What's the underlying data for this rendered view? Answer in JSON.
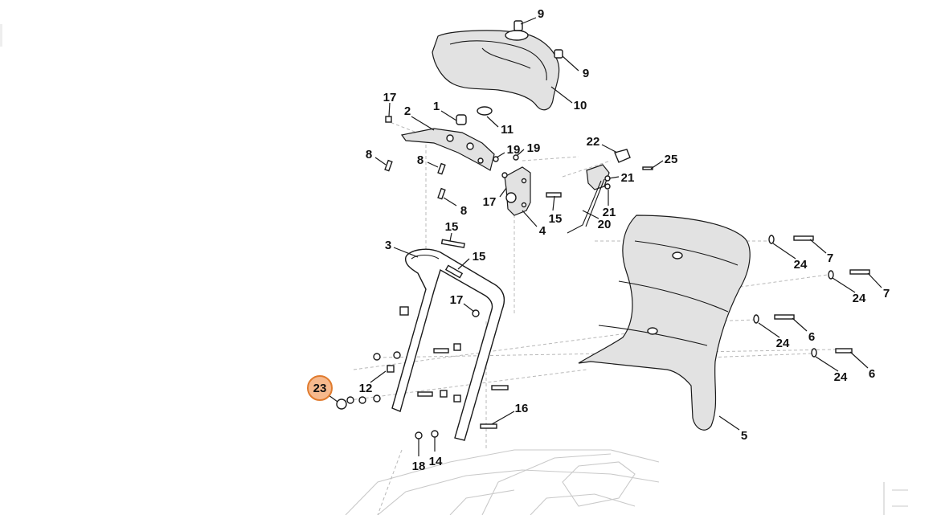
{
  "diagram": {
    "callouts": [
      {
        "id": "c9a",
        "text": "9"
      },
      {
        "id": "c9b",
        "text": "9"
      },
      {
        "id": "c10",
        "text": "10"
      },
      {
        "id": "c17a",
        "text": "17"
      },
      {
        "id": "c2",
        "text": "2"
      },
      {
        "id": "c1",
        "text": "1"
      },
      {
        "id": "c11",
        "text": "11"
      },
      {
        "id": "c8a",
        "text": "8"
      },
      {
        "id": "c8b",
        "text": "8"
      },
      {
        "id": "c8c",
        "text": "8"
      },
      {
        "id": "c19a",
        "text": "19"
      },
      {
        "id": "c19b",
        "text": "19"
      },
      {
        "id": "c17b",
        "text": "17"
      },
      {
        "id": "c15a",
        "text": "15"
      },
      {
        "id": "c4",
        "text": "4"
      },
      {
        "id": "c22",
        "text": "22"
      },
      {
        "id": "c25",
        "text": "25"
      },
      {
        "id": "c21a",
        "text": "21"
      },
      {
        "id": "c21b",
        "text": "21"
      },
      {
        "id": "c20",
        "text": "20"
      },
      {
        "id": "c15b",
        "text": "15"
      },
      {
        "id": "c3",
        "text": "3"
      },
      {
        "id": "c15c",
        "text": "15"
      },
      {
        "id": "c17c",
        "text": "17"
      },
      {
        "id": "c12",
        "text": "12"
      },
      {
        "id": "c16",
        "text": "16"
      },
      {
        "id": "c18",
        "text": "18"
      },
      {
        "id": "c14",
        "text": "14"
      },
      {
        "id": "c7a",
        "text": "7"
      },
      {
        "id": "c24a",
        "text": "24"
      },
      {
        "id": "c7b",
        "text": "7"
      },
      {
        "id": "c24b",
        "text": "24"
      },
      {
        "id": "c6a",
        "text": "6"
      },
      {
        "id": "c24c",
        "text": "24"
      },
      {
        "id": "c6b",
        "text": "6"
      },
      {
        "id": "c24d",
        "text": "24"
      },
      {
        "id": "c5",
        "text": "5"
      }
    ],
    "highlight": {
      "text": "23",
      "fill": "#f6b98d",
      "stroke": "#e07b2e"
    }
  }
}
